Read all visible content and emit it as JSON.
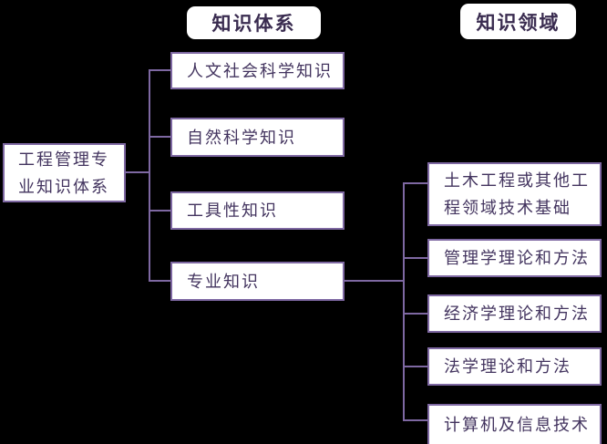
{
  "colors": {
    "bg": "#000000",
    "fill": "#ffffff",
    "line": "#7e68a2",
    "text": "#43345f",
    "header-text": "#3a2c50"
  },
  "headers": {
    "system": "知识体系",
    "domain": "知识领域"
  },
  "root": {
    "label": "工程管理专业知识体系"
  },
  "knowledge_system": [
    {
      "label": "人文社会科学知识"
    },
    {
      "label": "自然科学知识"
    },
    {
      "label": "工具性知识"
    },
    {
      "label": "专业知识"
    }
  ],
  "knowledge_domains": [
    {
      "label": "土木工程或其他工程领域技术基础"
    },
    {
      "label": "管理学理论和方法"
    },
    {
      "label": "经济学理论和方法"
    },
    {
      "label": "法学理论和方法"
    },
    {
      "label": "计算机及信息技术"
    }
  ]
}
